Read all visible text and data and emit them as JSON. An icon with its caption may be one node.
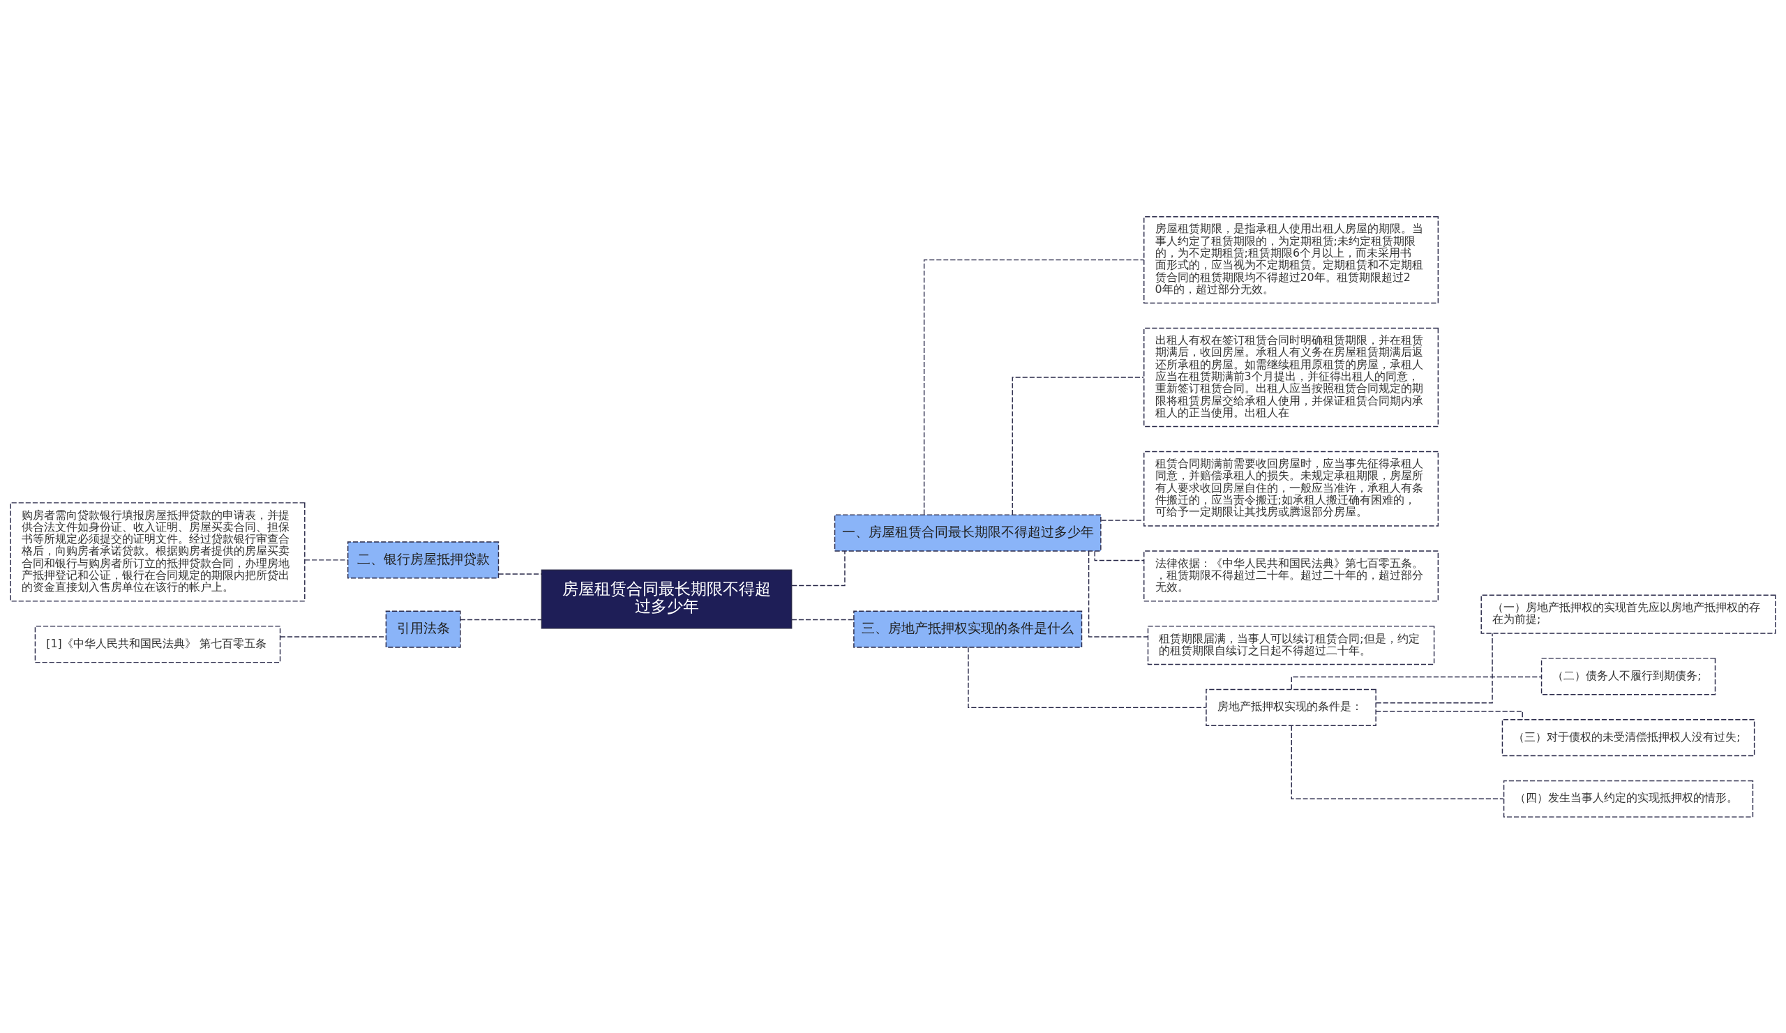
{
  "diagram": {
    "nodes": [
      {
        "text": [
          "房屋租赁合同最长期限不得超过多少年"
        ]
      },
      {
        "text": [
          "一、房屋租赁合同最长期限不得超过多少年"
        ]
      },
      {
        "text": [
          "房屋租赁期限，是指承租人使用出租人房屋的期限。当事人约定了租赁期限的，为定期租赁;未约定租赁期限的，为不定期租赁;租赁期限6个月以上，而未采用书面形式的，应当视为不定期租赁。定期租赁和不定期租赁合同的租赁期限均不得超过20年。租赁期限超过20年的，超过部分无效。"
        ]
      },
      {
        "text": [
          "出租人有权在签订租赁合同时明确租赁期限，并在租赁期满后，收回房屋。承租人有义务在房屋租赁期满后返还所承租的房屋。如需继续租用原租赁的房屋，承租人应当在租赁期满前3个月提出，并征得出租人的同意，重新签订租赁合同。出租人应当按照租赁合同规定的期限将租赁房屋交给承租人使用，并保证租赁合同期内承租人的正当使用。出租人在"
        ]
      },
      {
        "text": [
          "租赁合同期满前需要收回房屋时，应当事先征得承租人同意，并赔偿承租人的损失。未规定承租期限，房屋所有人要求收回房屋自住的，一般应当准许，承租人有条件搬迁的，应当责令搬迁;如承租人搬迁确有困难的，可给予一定期限让其找房或腾退部分房屋。"
        ]
      },
      {
        "text": [
          "法律依据：《中华人民共和国民法典》第七百零五条。，租赁期限不得超过二十年。超过二十年的，超过部分无效。"
        ]
      },
      {
        "text": [
          "租赁期限届满，当事人可以续订租赁合同;但是，约定的租赁期限自续订之日起不得超过二十年。"
        ]
      },
      {
        "text": [
          "三、房地产抵押权实现的条件是什么"
        ]
      },
      {
        "text": [
          "房地产抵押权实现的条件是："
        ]
      },
      {
        "text": [
          "（一）房地产抵押权的实现首先应以房地产抵押权的存在为前提;"
        ]
      },
      {
        "text": [
          "（二）债务人不履行到期债务;"
        ]
      },
      {
        "text": [
          "（三）对于债权的未受清偿抵押权人没有过失;"
        ]
      },
      {
        "text": [
          "（四）发生当事人约定的实现抵押权的情形。"
        ]
      },
      {
        "text": [
          "二、银行房屋抵押贷款"
        ]
      },
      {
        "text": [
          "购房者需向贷款银行填报房屋抵押贷款的申请表，并提供合法文件如身份证、收入证明、房屋买卖合同、担保书等所规定必须提交的证明文件。经过贷款银行审查合格后，向购房者承诺贷款。根据购房者提供的房屋买卖合同和银行与购房者所订立的抵押贷款合同，办理房地产抵押登记和公证，银行在合同规定的期限内把所贷出的资金直接划入售房单位在该行的帐户上。"
        ]
      },
      {
        "text": [
          "引用法条"
        ]
      },
      {
        "text": [
          "[1]《中华人民共和国民法典》 第七百零五条"
        ]
      }
    ],
    "edges": [
      {
        "from": 0,
        "to": 1,
        "arrow": "none",
        "style": "dashed"
      },
      {
        "from": 1,
        "to": 2,
        "arrow": "none",
        "style": "dashed"
      },
      {
        "from": 1,
        "to": 3,
        "arrow": "none",
        "style": "dashed"
      },
      {
        "from": 1,
        "to": 4,
        "arrow": "none",
        "style": "dashed"
      },
      {
        "from": 1,
        "to": 5,
        "arrow": "none",
        "style": "dashed"
      },
      {
        "from": 1,
        "to": 6,
        "arrow": "none",
        "style": "dashed"
      },
      {
        "from": 0,
        "to": 7,
        "arrow": "none",
        "style": "dashed"
      },
      {
        "from": 7,
        "to": 8,
        "arrow": "none",
        "style": "dashed"
      },
      {
        "from": 8,
        "to": 9,
        "arrow": "none",
        "style": "dashed"
      },
      {
        "from": 8,
        "to": 10,
        "arrow": "none",
        "style": "dashed"
      },
      {
        "from": 8,
        "to": 11,
        "arrow": "none",
        "style": "dashed"
      },
      {
        "from": 8,
        "to": 12,
        "arrow": "none",
        "style": "dashed"
      },
      {
        "from": 0,
        "to": 13,
        "arrow": "none",
        "style": "dashed"
      },
      {
        "from": 13,
        "to": 14,
        "arrow": "none",
        "style": "dashed"
      },
      {
        "from": 0,
        "to": 15,
        "arrow": "none",
        "style": "dashed"
      },
      {
        "from": 15,
        "to": 16,
        "arrow": "none",
        "style": "dashed"
      }
    ]
  }
}
